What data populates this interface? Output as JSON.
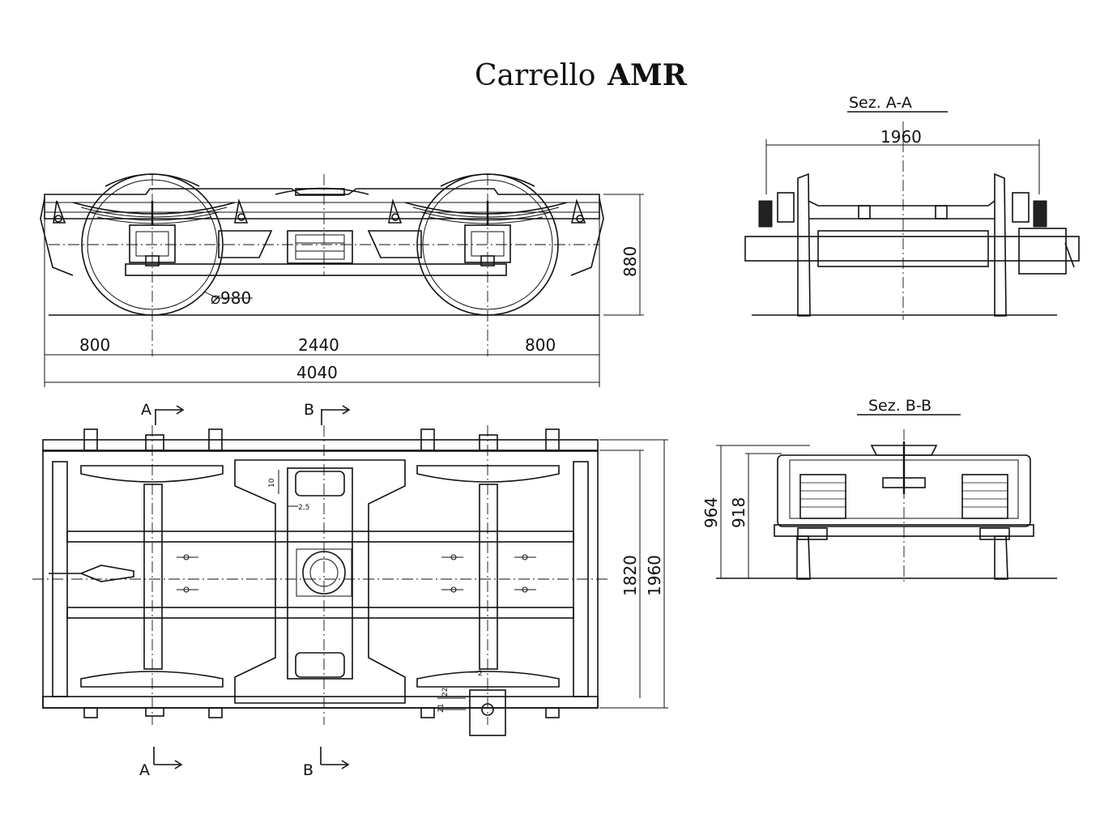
{
  "title": {
    "prefix": "Carrello",
    "model": "AMR"
  },
  "side_view": {
    "dims": {
      "overall_length": "4040",
      "overhang_left": "800",
      "wheelbase": "2440",
      "overhang_right": "800",
      "height": "880",
      "wheel_diameter": "⌀980"
    }
  },
  "plan_view": {
    "dims": {
      "width_inner": "1820",
      "width_outer": "1960",
      "d10": "10",
      "d25": "2,5",
      "d2": "2",
      "d22a": "22",
      "d22b": "21"
    },
    "cut_markers": {
      "a_top": "A",
      "b_top": "B",
      "a_bottom": "A",
      "b_bottom": "B"
    }
  },
  "section_aa": {
    "label": "Sez. A-A",
    "width": "1960"
  },
  "section_bb": {
    "label": "Sez. B-B",
    "height_outer": "964",
    "height_inner": "918"
  }
}
